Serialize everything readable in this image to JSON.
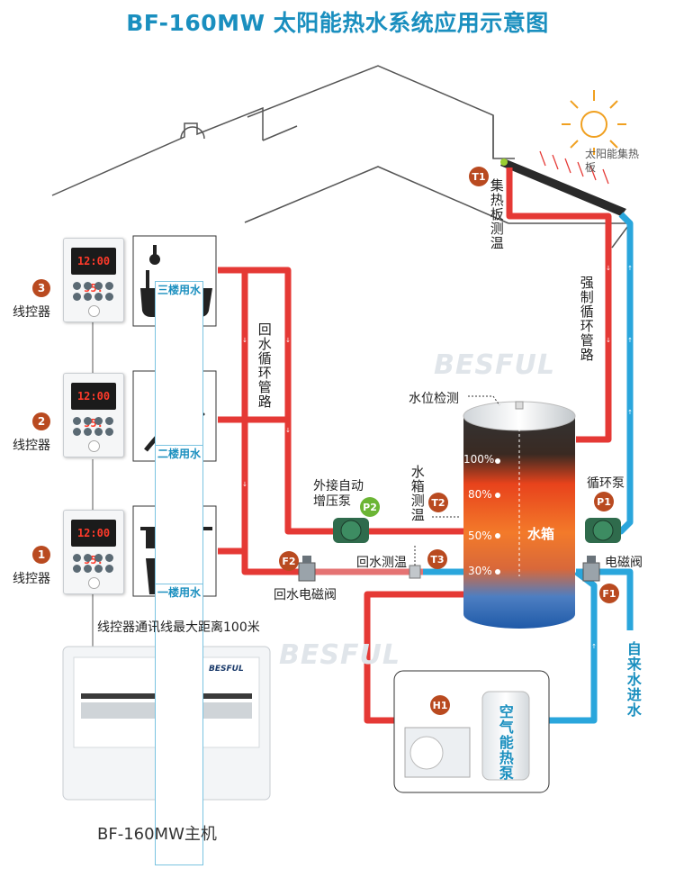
{
  "title": "BF-160MW 太阳能热水系统应用示意图",
  "watermark": "BESFUL",
  "solar": {
    "collector_label": "太阳能集热板",
    "collector_temp_label": "集热板测温",
    "badge": "T1"
  },
  "pipes": {
    "forced_loop_label": "强制循环管路",
    "return_loop_label": "回水循环管路"
  },
  "tank": {
    "label": "水箱",
    "level_sensor_label": "水位检测",
    "temp_label": "水箱测温",
    "temp_badge": "T2",
    "levels": [
      "100%",
      "80%",
      "50%",
      "30%"
    ]
  },
  "components": {
    "booster_pump_label": "外接自动增压泵",
    "booster_badge": "P2",
    "circ_pump_label": "循环泵",
    "circ_badge": "P1",
    "return_temp_label": "回水测温",
    "return_temp_badge": "T3",
    "return_valve_label": "回水电磁阀",
    "return_valve_badge": "F2",
    "inlet_valve_label": "电磁阀",
    "inlet_valve_badge": "F1",
    "cold_inlet_label": "自来水进水",
    "heat_pump_label": "空气能热泵",
    "heat_pump_badge": "H1"
  },
  "floors": [
    {
      "num": "3",
      "controller_label": "线控器",
      "room_label": "三楼用水",
      "display": "12:00 55."
    },
    {
      "num": "2",
      "controller_label": "线控器",
      "room_label": "二楼用水",
      "display": "12:00 55."
    },
    {
      "num": "1",
      "controller_label": "线控器",
      "room_label": "一楼用水",
      "display": "12:00 55."
    }
  ],
  "comm_note": "线控器通讯线最大距离100米",
  "host_label": "BF-160MW主机",
  "colors": {
    "hot": "#e53935",
    "cold": "#2aa6dc",
    "accent": "#1a8fbf",
    "badge": "#b94a20"
  }
}
